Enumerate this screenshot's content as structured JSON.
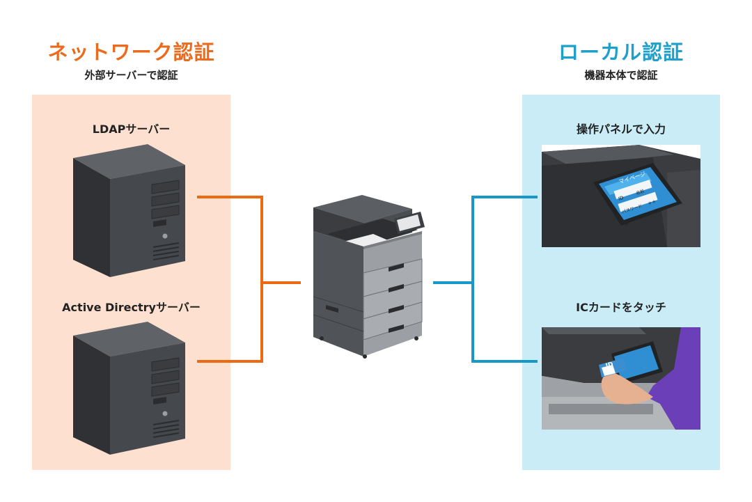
{
  "network": {
    "title": "ネットワーク認証",
    "subtitle": "外部サーバーで認証",
    "server1_label": "LDAPサーバー",
    "server2_label": "Active Directryサーバー"
  },
  "local": {
    "title": "ローカル認証",
    "subtitle": "機器本体で認証",
    "panel_label": "操作パネルで入力",
    "card_label": "ICカードをタッチ",
    "screen": {
      "header": "マイページ",
      "id_label": "ID",
      "id_value": "名前",
      "password_label": "パスワード",
      "password_value": "＊＊＊"
    },
    "card_text": "ID"
  },
  "colors": {
    "network_title": "#ea6b1d",
    "network_bg": "#fde0cf",
    "local_title": "#1f9fcc",
    "local_bg": "#c9ecf6",
    "network_line": "#ec6a12",
    "local_line": "#1798c9"
  }
}
